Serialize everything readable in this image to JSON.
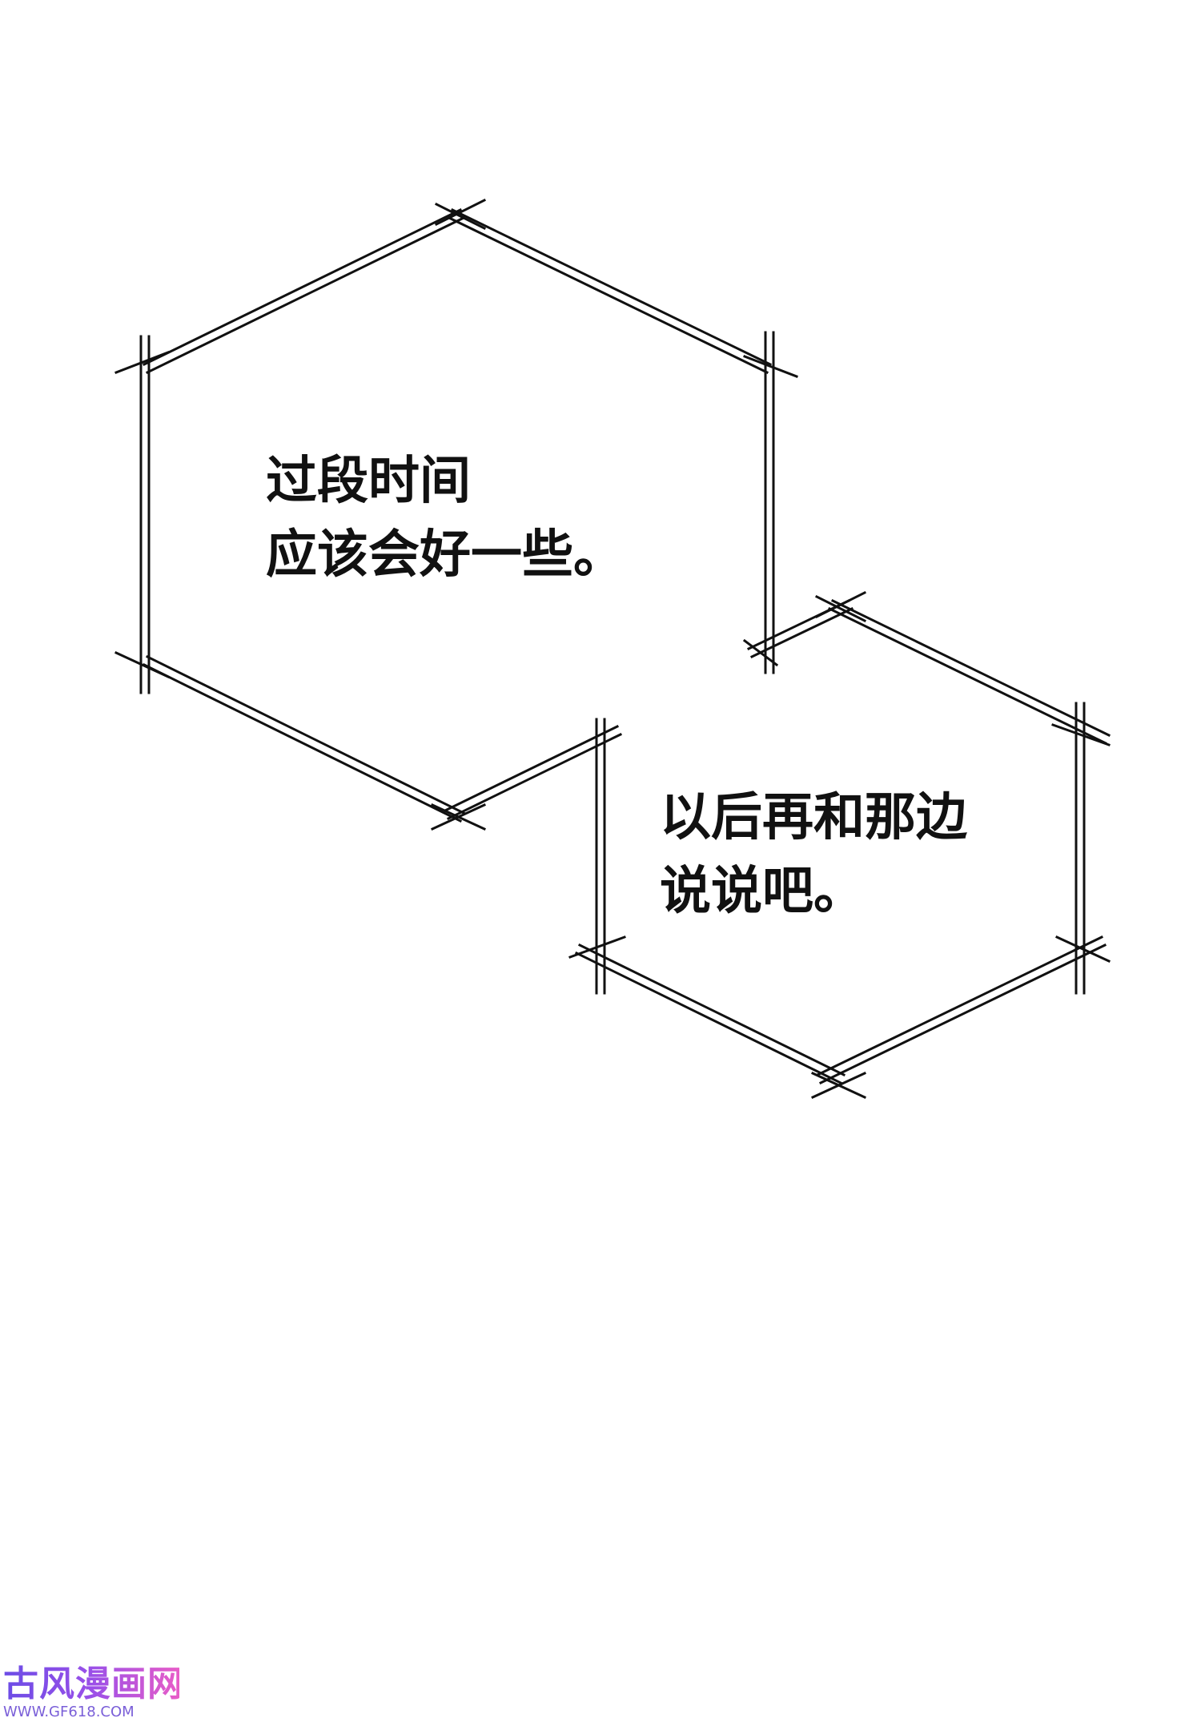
{
  "bubbles": [
    {
      "lines": [
        "过段时间",
        "应该会好一些。"
      ]
    },
    {
      "lines": [
        "以后再和那边",
        "说说吧。"
      ]
    }
  ],
  "watermark": {
    "title": "古风漫画网",
    "url": "WWW.GF618.COM"
  },
  "colors": {
    "background": "#ffffff",
    "text": "#111111",
    "frame_stroke": "#111111",
    "watermark_gradient_start": "#6b4ce6",
    "watermark_gradient_end": "#e85cc8"
  }
}
